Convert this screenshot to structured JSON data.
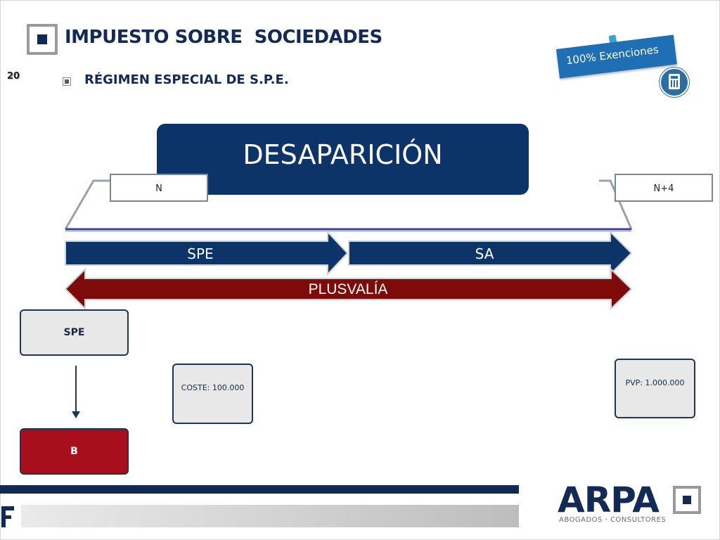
{
  "slide": {
    "number": "20",
    "title": "IMPUESTO SOBRE  SOCIEDADES",
    "subtitle": "RÉGIMEN ESPECIAL DE S.P.E."
  },
  "badge": {
    "text": "100% Exenciones",
    "icon": "calculator-icon"
  },
  "timeline": {
    "header": "DESAPARICIÓN",
    "start_label": "N",
    "end_label": "N+4",
    "arrow_left": "SPE",
    "arrow_right": "SA",
    "double_arrow": "PLUSVALÍA"
  },
  "cards": {
    "spe": "SPE",
    "b": "B",
    "coste": "COSTE: 100.000",
    "pvp": "PVP: 1.000.000"
  },
  "footer": {
    "brand": "ARPA",
    "tagline": "ABOGADOS · CONSULTORES"
  },
  "colors": {
    "navy": "#0d3468",
    "dark_red": "#7f0a0a",
    "card_red": "#a70f1d",
    "badge_blue": "#1e6fb3"
  }
}
